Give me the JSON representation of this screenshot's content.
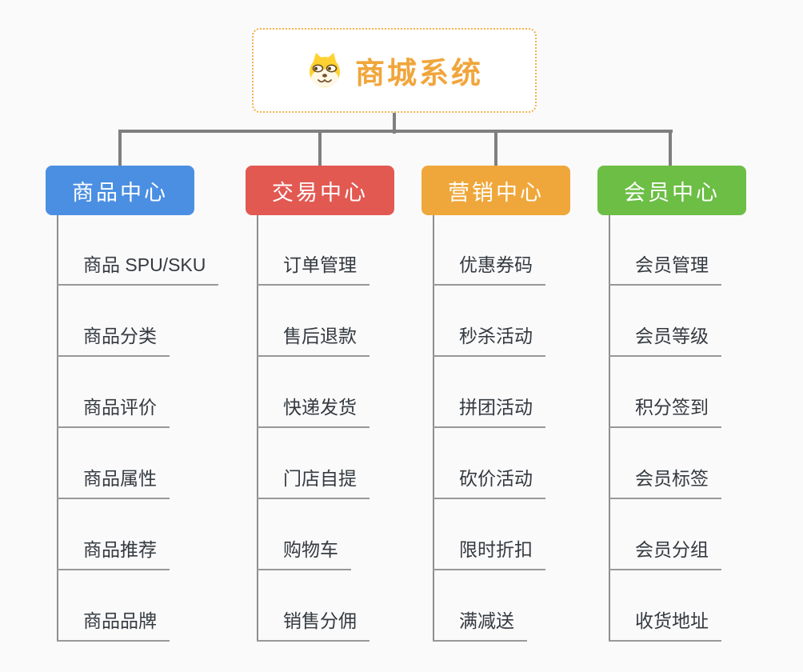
{
  "page": {
    "background": "#FAFAFA"
  },
  "root": {
    "title": "商城系统",
    "icon": "dog-face-icon",
    "text_color": "#F0A63C",
    "border_color": "#F2B04E"
  },
  "connector_color": "#7F7F7F",
  "branches": [
    {
      "label": "商品中心",
      "color": "#4B8FE2",
      "items": [
        "商品 SPU/SKU",
        "商品分类",
        "商品评价",
        "商品属性",
        "商品推荐",
        "商品品牌"
      ]
    },
    {
      "label": "交易中心",
      "color": "#E25952",
      "items": [
        "订单管理",
        "售后退款",
        "快递发货",
        "门店自提",
        "购物车",
        "销售分佣"
      ]
    },
    {
      "label": "营销中心",
      "color": "#EFA73B",
      "items": [
        "优惠券码",
        "秒杀活动",
        "拼团活动",
        "砍价活动",
        "限时折扣",
        "满减送"
      ]
    },
    {
      "label": "会员中心",
      "color": "#6CBE45",
      "items": [
        "会员管理",
        "会员等级",
        "积分签到",
        "会员标签",
        "会员分组",
        "收货地址"
      ]
    }
  ]
}
